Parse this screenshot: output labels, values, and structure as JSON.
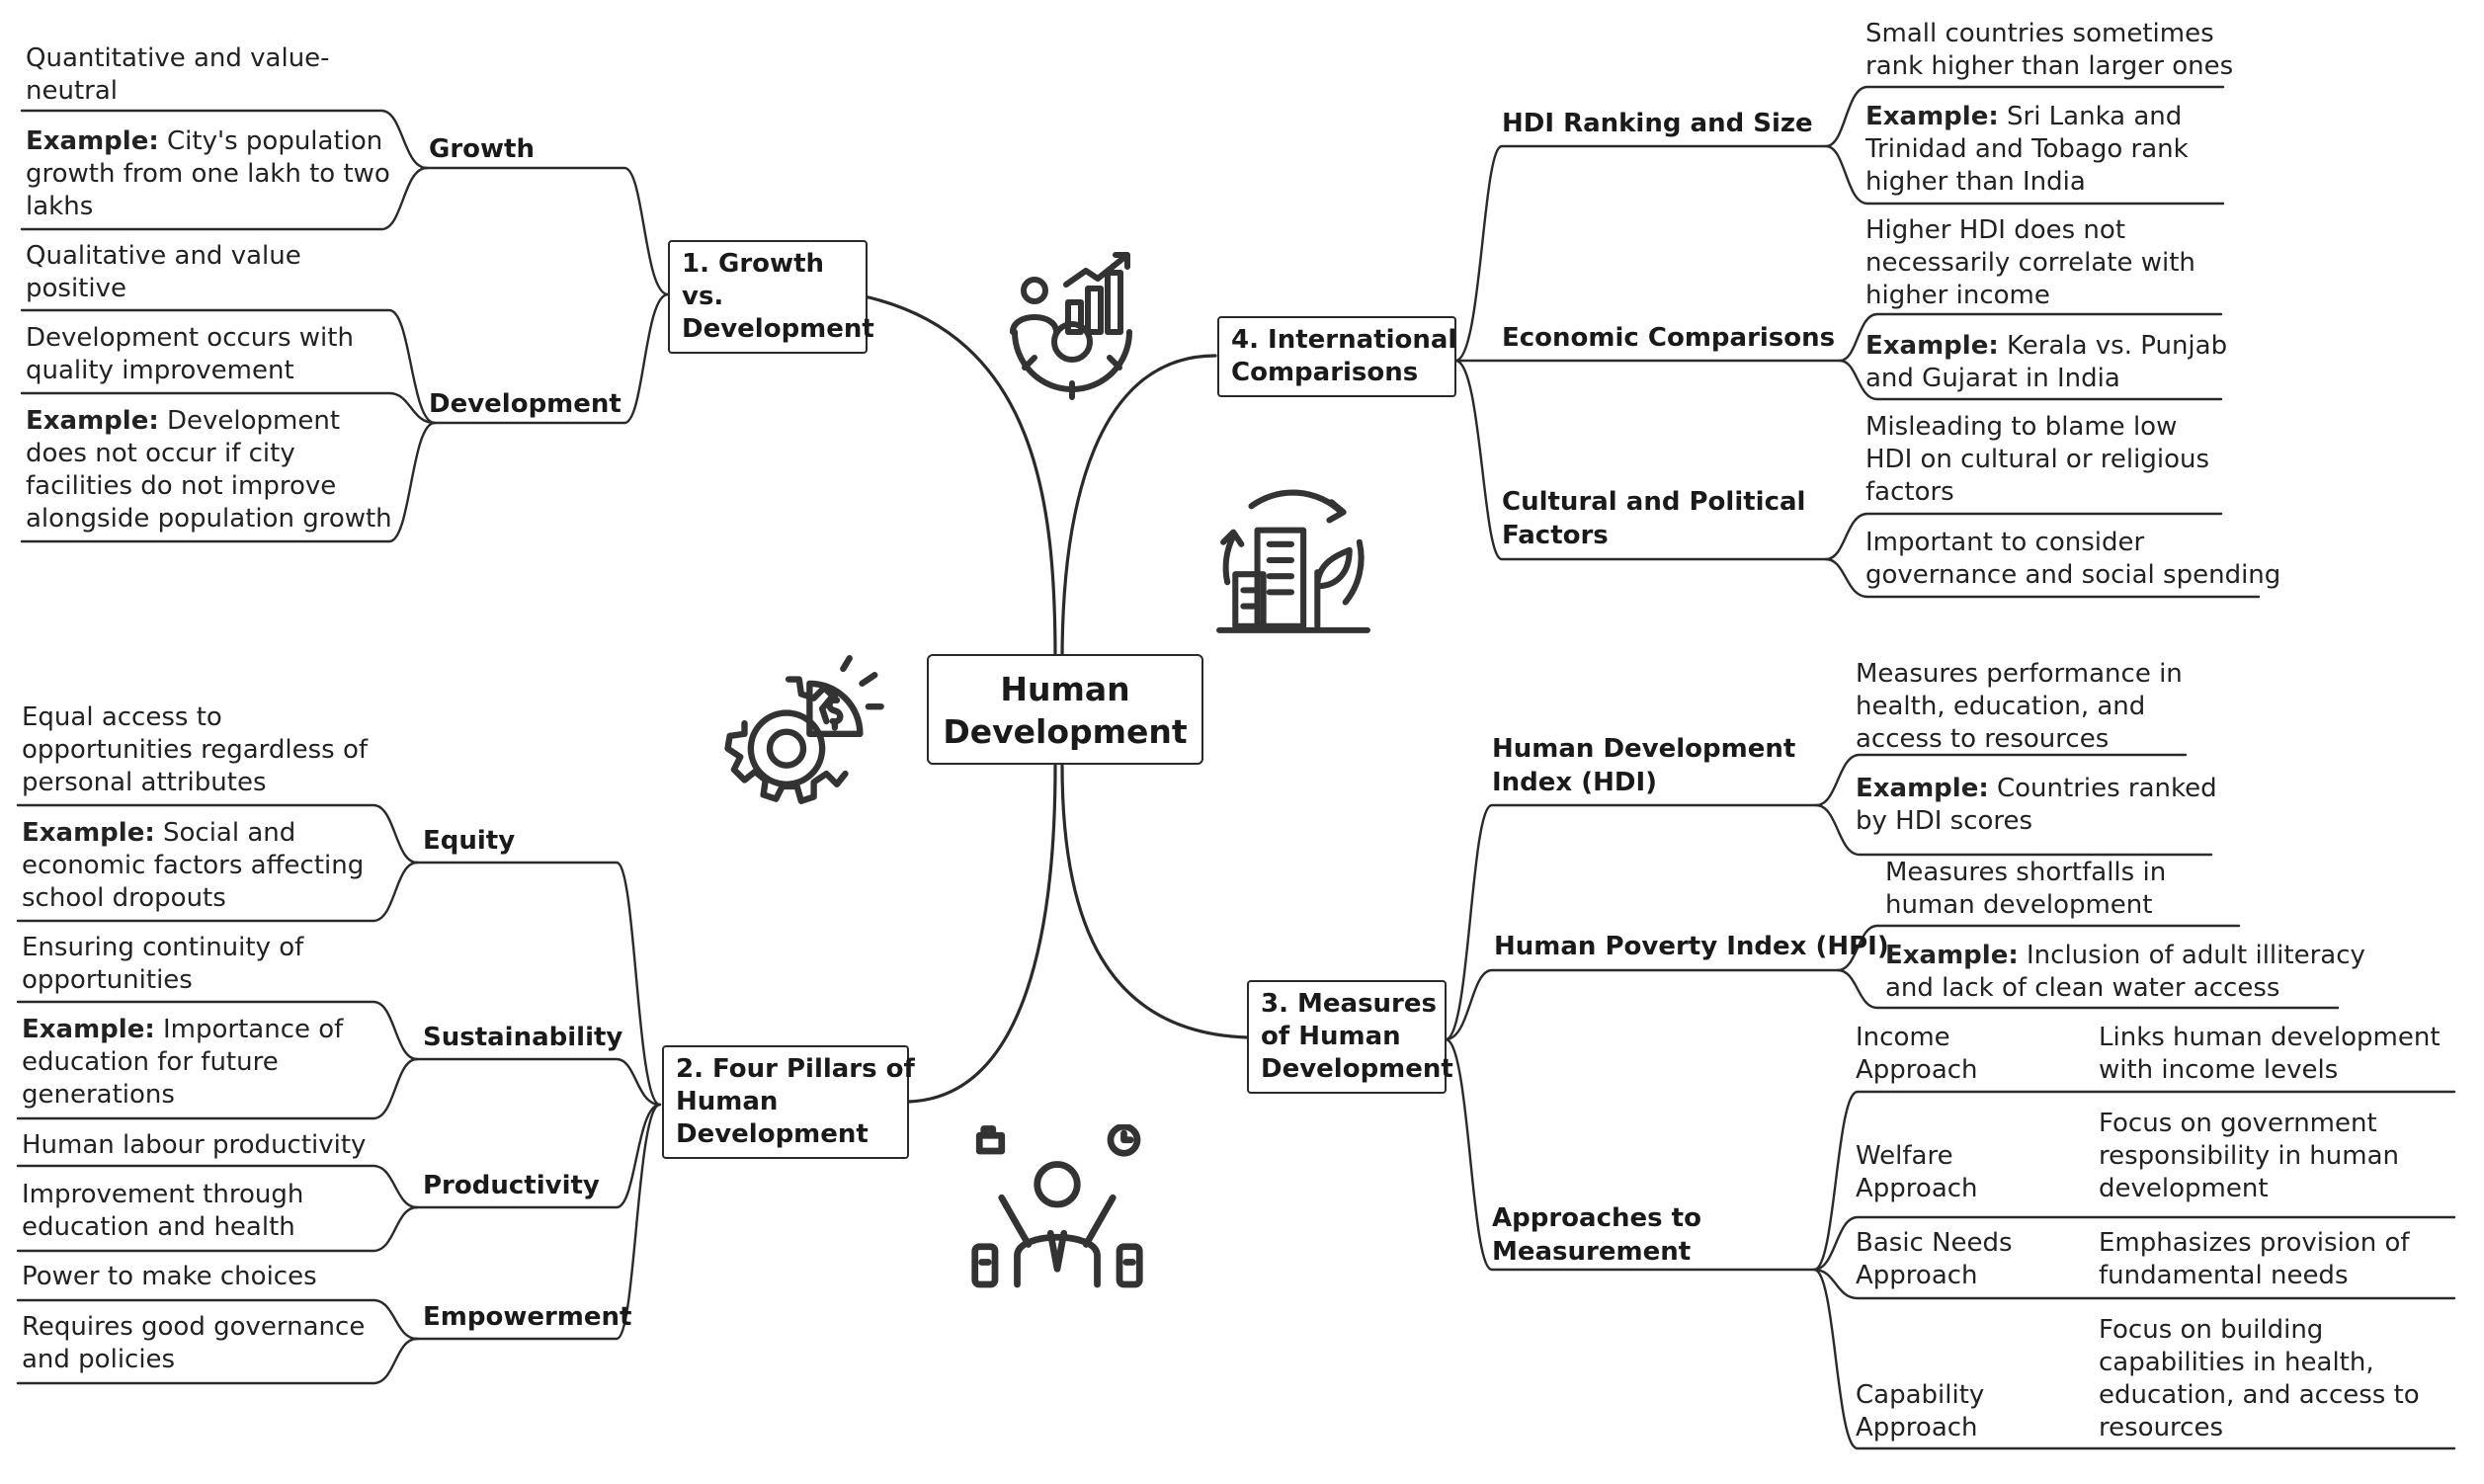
{
  "center": {
    "l1": "Human",
    "l2": "Development"
  },
  "s1": {
    "title": [
      "1. Growth",
      "vs.",
      "Development"
    ],
    "growth": {
      "label": "Growth",
      "p1": [
        "Quantitative and value-",
        "neutral"
      ],
      "p2": {
        "bold": "Example:",
        "l1": " City's population",
        "l2": "growth from one lakh to two",
        "l3": "lakhs"
      }
    },
    "development": {
      "label": "Development",
      "p1": [
        "Qualitative and value",
        "positive"
      ],
      "p2": [
        "Development occurs with",
        "quality improvement"
      ],
      "p3": {
        "bold": "Example:",
        "l1": " Development",
        "l2": "does not occur if city",
        "l3": "facilities do not improve",
        "l4": "alongside population growth"
      }
    }
  },
  "s2": {
    "title": [
      "2. Four Pillars of",
      "Human",
      "Development"
    ],
    "equity": {
      "label": "Equity",
      "p1": [
        "Equal access to",
        "opportunities regardless of",
        "personal attributes"
      ],
      "p2": {
        "bold": "Example:",
        "l1": " Social and",
        "l2": "economic factors affecting",
        "l3": "school dropouts"
      }
    },
    "sustainability": {
      "label": "Sustainability",
      "p1": [
        "Ensuring continuity of",
        "opportunities"
      ],
      "p2": {
        "bold": "Example:",
        "l1": " Importance of",
        "l2": "education for future",
        "l3": "generations"
      }
    },
    "productivity": {
      "label": "Productivity",
      "p1": [
        "Human labour productivity"
      ],
      "p2": [
        "Improvement through",
        "education and health"
      ]
    },
    "empowerment": {
      "label": "Empowerment",
      "p1": [
        "Power to make choices"
      ],
      "p2": [
        "Requires good governance",
        "and policies"
      ]
    }
  },
  "s3": {
    "title": [
      "3. Measures",
      "of Human",
      "Development"
    ],
    "hdi": {
      "label": [
        "Human Development",
        "Index (HDI)"
      ],
      "p1": [
        "Measures performance in",
        "health, education, and",
        "access to resources"
      ],
      "p2": {
        "bold": "Example:",
        "l1": " Countries ranked",
        "l2": "by HDI scores"
      }
    },
    "hpi": {
      "label": "Human Poverty Index (HPI)",
      "p1": [
        "Measures shortfalls in",
        "human development"
      ],
      "p2": {
        "bold": "Example:",
        "l1": " Inclusion of adult illiteracy",
        "l2": "and lack of clean water access"
      }
    },
    "approaches": {
      "label": [
        "Approaches to",
        "Measurement"
      ],
      "income": {
        "name": [
          "Income",
          "Approach"
        ],
        "desc": [
          "Links human development",
          "with income levels"
        ]
      },
      "welfare": {
        "name": [
          "Welfare",
          "Approach"
        ],
        "desc": [
          "Focus on government",
          "responsibility in human",
          "development"
        ]
      },
      "basic": {
        "name": [
          "Basic Needs",
          "Approach"
        ],
        "desc": [
          "Emphasizes provision of",
          "fundamental needs"
        ]
      },
      "capability": {
        "name": [
          "Capability",
          "Approach"
        ],
        "desc": [
          "Focus on building",
          "capabilities in health,",
          "education, and access to",
          "resources"
        ]
      }
    }
  },
  "s4": {
    "title": [
      "4. International",
      "Comparisons"
    ],
    "ranking": {
      "label": "HDI Ranking and Size",
      "p1": [
        "Small countries sometimes",
        "rank higher than larger ones"
      ],
      "p2": {
        "bold": "Example:",
        "l1": " Sri Lanka and",
        "l2": "Trinidad and Tobago rank",
        "l3": "higher than India"
      }
    },
    "economic": {
      "label": "Economic Comparisons",
      "p1": [
        "Higher HDI does not",
        "necessarily correlate with",
        "higher income"
      ],
      "p2": {
        "bold": "Example:",
        "l1": " Kerala vs. Punjab",
        "l2": "and Gujarat in India"
      }
    },
    "cultural": {
      "label": [
        "Cultural and Political",
        "Factors"
      ],
      "p1": [
        "Misleading to blame low",
        "HDI on cultural or religious",
        "factors"
      ],
      "p2": [
        "Important to consider",
        "governance and social spending"
      ]
    }
  },
  "icons": [
    "people-growth-gear-icon",
    "building-cycle-icon",
    "dollar-gear-icon",
    "multitasking-person-icon"
  ]
}
